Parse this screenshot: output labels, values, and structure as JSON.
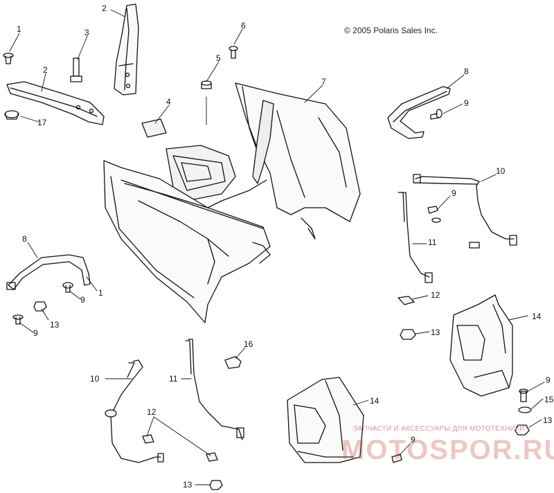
{
  "copyright": "© 2005 Polaris Sales Inc.",
  "watermark": {
    "tagline": "ЗАПЧАСТИ И АКСЕССУАРЫ ДЛЯ МОТОТЕХНИКИ",
    "logo": "MOTOSPOR.RU",
    "color": "#c0392b"
  },
  "callouts": [
    {
      "id": "c1a",
      "text": "1"
    },
    {
      "id": "c2a",
      "text": "2"
    },
    {
      "id": "c2b",
      "text": "2"
    },
    {
      "id": "c3",
      "text": "3"
    },
    {
      "id": "c4",
      "text": "4"
    },
    {
      "id": "c5",
      "text": "5"
    },
    {
      "id": "c6",
      "text": "6"
    },
    {
      "id": "c7",
      "text": "7"
    },
    {
      "id": "c8a",
      "text": "8"
    },
    {
      "id": "c8b",
      "text": "8"
    },
    {
      "id": "c9a",
      "text": "9"
    },
    {
      "id": "c9b",
      "text": "9"
    },
    {
      "id": "c9c",
      "text": "9"
    },
    {
      "id": "c9d",
      "text": "9"
    },
    {
      "id": "c9e",
      "text": "9"
    },
    {
      "id": "c9f",
      "text": "9"
    },
    {
      "id": "c10a",
      "text": "10"
    },
    {
      "id": "c10b",
      "text": "10"
    },
    {
      "id": "c11a",
      "text": "11"
    },
    {
      "id": "c11b",
      "text": "11"
    },
    {
      "id": "c12a",
      "text": "12"
    },
    {
      "id": "c12b",
      "text": "12"
    },
    {
      "id": "c13a",
      "text": "13"
    },
    {
      "id": "c13b",
      "text": "13"
    },
    {
      "id": "c13c",
      "text": "13"
    },
    {
      "id": "c13d",
      "text": "13"
    },
    {
      "id": "c14a",
      "text": "14"
    },
    {
      "id": "c14b",
      "text": "14"
    },
    {
      "id": "c15",
      "text": "15"
    },
    {
      "id": "c16",
      "text": "16"
    },
    {
      "id": "c17",
      "text": "17"
    },
    {
      "id": "c1b",
      "text": "1"
    }
  ]
}
